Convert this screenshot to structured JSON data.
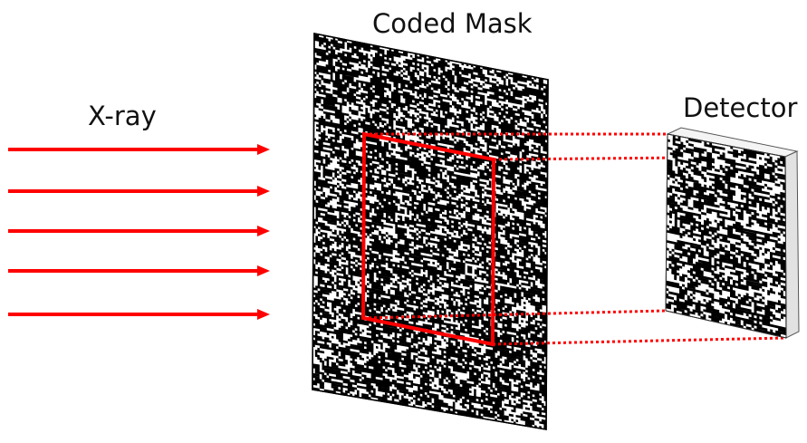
{
  "labels": {
    "xray": "X-ray",
    "mask": "Coded Mask",
    "detector": "Detector"
  },
  "colors": {
    "arrow": "#ff0000",
    "frame": "#ff0000",
    "projection": "#ff0000",
    "mask_black": "#000000",
    "mask_white": "#ffffff",
    "detector_side": "#e2e2e2"
  },
  "arrows": {
    "count": 5
  }
}
